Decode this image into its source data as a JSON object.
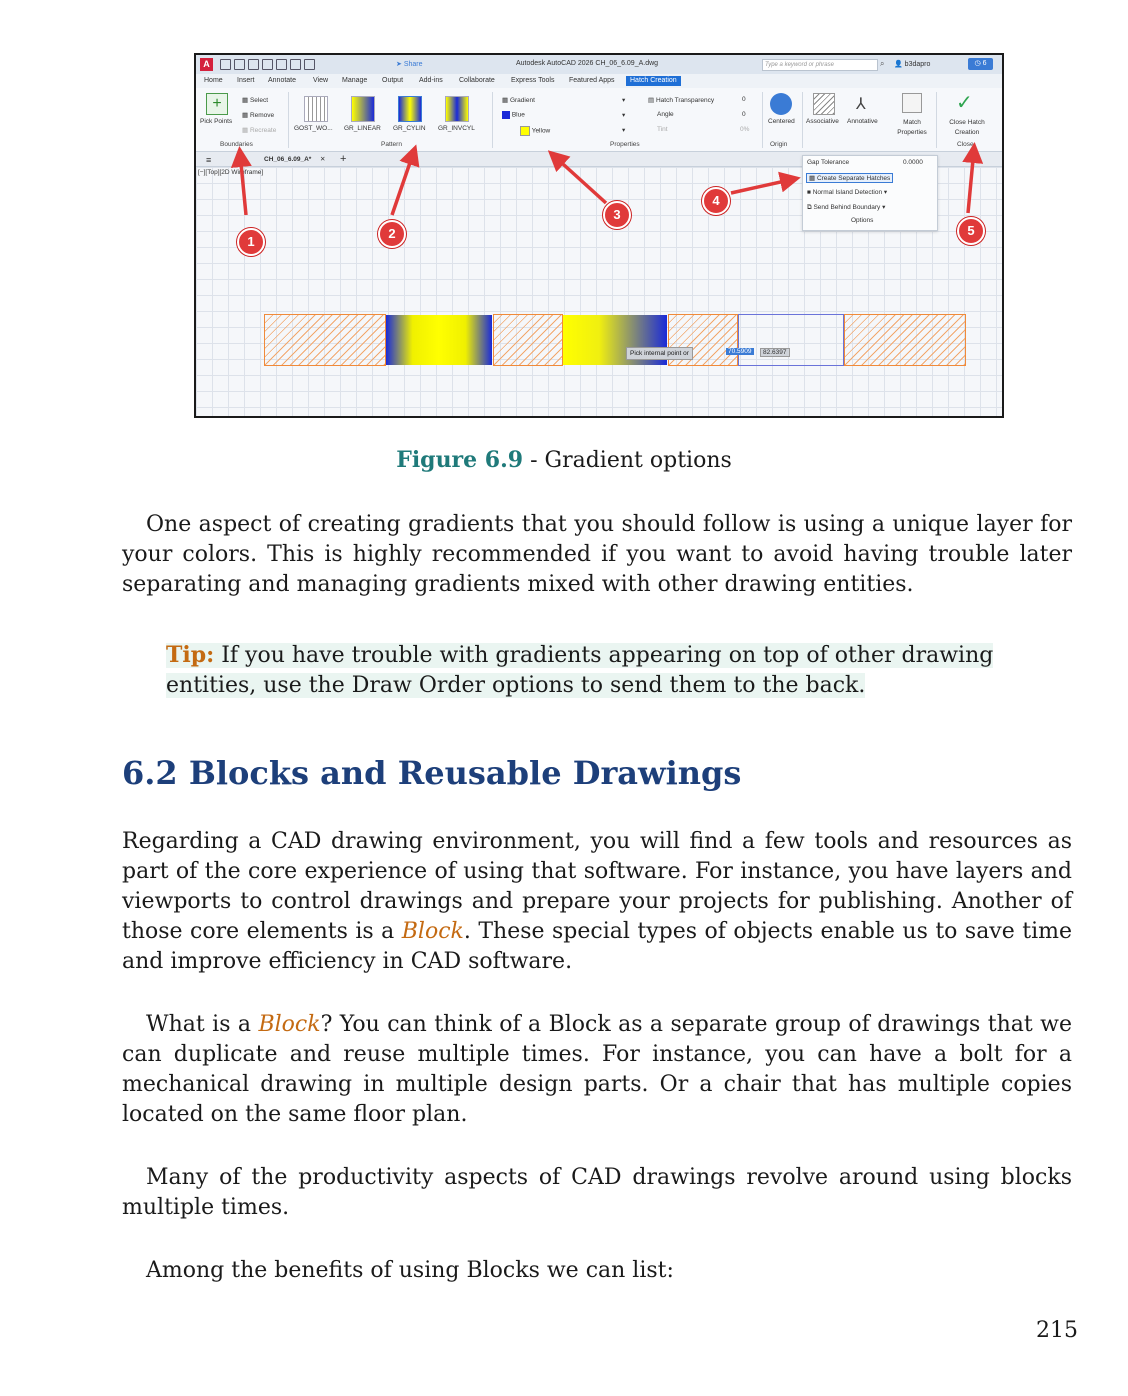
{
  "screenshot": {
    "window_title": "Autodesk AutoCAD 2026   CH_06_6.09_A.dwg",
    "share_label": "Share",
    "search_placeholder": "Type a keyword or phrase",
    "user": "b3dapro",
    "clock_badge": "6",
    "ribbon_tabs": [
      "Home",
      "Insert",
      "Annotate",
      "View",
      "Manage",
      "Output",
      "Add-ins",
      "Collaborate",
      "Express Tools",
      "Featured Apps",
      "Hatch Creation"
    ],
    "boundaries": {
      "pick_points": "Pick Points",
      "select": "Select",
      "remove": "Remove",
      "recreate": "Recreate",
      "panel_title": "Boundaries"
    },
    "pattern": {
      "swatches": [
        "GOST_WO...",
        "GR_LINEAR",
        "GR_CYLIN",
        "GR_INVCYL"
      ],
      "panel_title": "Pattern"
    },
    "properties": {
      "type": "Gradient",
      "color1": "Blue",
      "color2": "Yellow",
      "transparency_label": "Hatch Transparency",
      "transparency_value": "0",
      "angle_label": "Angle",
      "angle_value": "0",
      "tint_label": "Tint",
      "tint_value": "0%",
      "panel_title": "Properties"
    },
    "origin": {
      "centered": "Centered",
      "panel_title": "Origin"
    },
    "options": {
      "associative": "Associative",
      "annotative": "Annotative",
      "match_properties": "Match Properties",
      "gap_tolerance_label": "Gap Tolerance",
      "gap_tolerance_value": "0.0000",
      "create_separate": "Create Separate Hatches",
      "island_detection": "Normal Island Detection",
      "send_behind": "Send Behind Boundary",
      "options_title": "Options"
    },
    "close": {
      "label": "Close Hatch Creation",
      "panel_title": "Close"
    },
    "doc_tab": "CH_06_6.09_A*",
    "viewport_label": "[−][Top][2D Wireframe]",
    "tooltip": {
      "text": "Pick internal point or",
      "x": "70.5909",
      "y": "82.6397"
    },
    "callouts": [
      "1",
      "2",
      "3",
      "4",
      "5"
    ],
    "accent_color": "#e03a3a"
  },
  "caption": {
    "figure": "Figure 6.9",
    "text": " - Gradient options"
  },
  "para1": "One aspect of creating gradients that you should follow is using a unique layer for your colors. This is highly recommended if you want to avoid having trouble later separating and managing gradients mixed with other drawing entities.",
  "tip": {
    "label": "Tip:",
    "text": " If you have trouble with gradients appearing on top of other drawing entities, use the Draw Order options to send them to the back."
  },
  "heading": "6.2 Blocks and Reusable Drawings",
  "para2": {
    "a": "Regarding a CAD drawing environment, you will find a few tools and resources as part of the core experience of using that software. For instance, you have layers and viewports to control drawings and prepare your projects for publishing. Another of those core elements is a ",
    "kw": "Block",
    "b": ". These special types of objects enable us to save time and improve efficiency in CAD software."
  },
  "para3": {
    "a": "What is a ",
    "kw": "Block",
    "b": "? You can think of a Block as a separate group of drawings that we can duplicate and reuse multiple times. For instance, you can have a bolt for a mechanical drawing in multiple design parts. Or a chair that has multiple copies located on the same floor plan."
  },
  "para4": "Many of the productivity aspects of CAD drawings revolve around using blocks multiple times.",
  "para5": "Among the benefits of using Blocks we can list:",
  "page_number": "215"
}
